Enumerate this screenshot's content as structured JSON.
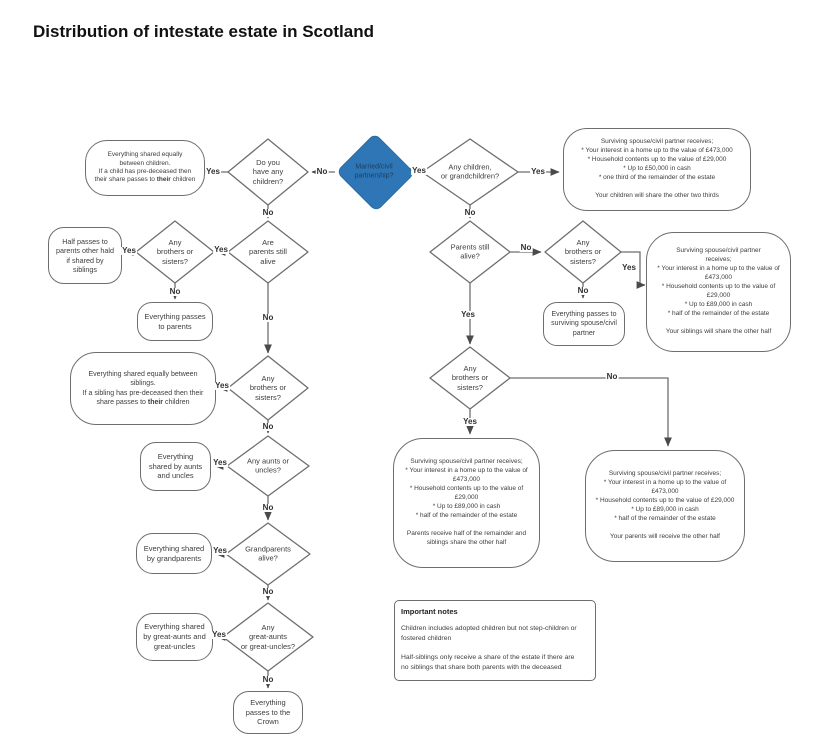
{
  "title": "Distribution of intestate estate in Scotland",
  "colors": {
    "decision_accent": "#2e76b6",
    "line_gray": "#6e6e6e"
  },
  "edge_labels": {
    "yes": "Yes",
    "no": "No"
  },
  "nodes": {
    "married": "Married/civil\npartnership?",
    "have_children": "Do you\nhave any\nchildren?",
    "children_grandchildren": "Any children,\nor grandchildren?",
    "children_share": {
      "pre": "Everything shared equally\nbetween children.\nIf a child has pre-deceased then\ntheir share passes to ",
      "bold": "their",
      "post": " children"
    },
    "spouse_children": "Surviving spouse/civil partner receives;\n* Your interest in a home up to the value of £473,000\n* Household contents up to the value of £29,000\n* Up to £50,000 in cash\n* one third of the remainder of the estate\n\nYour children will share the other two thirds",
    "parents_alive_left": "Are\nparents still\nalive",
    "siblings_left": "Any\nbrothers or\nsisters?",
    "half_parents": "Half passes to\nparents other hald\nif shared by\nsiblings",
    "all_parents": "Everything passes\nto parents",
    "parents_alive_right": "Parents still\nalive?",
    "siblings_right": "Any\nbrothers or\nsisters?",
    "all_spouse": "Everything passes to\nsurviving spouse/civil\npartner",
    "spouse_siblings": "Surviving spouse/civil partner\nreceives;\n* Your interest in a home up to the value of\n£473,000\n* Household contents up to the value of\n£29,000\n* Up to £89,000 in cash\n* half of the remainder of the estate\n\nYour siblings will share the other half",
    "siblings_mid": "Any\nbrothers or\nsisters?",
    "siblings_share": {
      "pre": "Everything shared equally between\nsiblings.\nIf a sibling has pre-deceased then their\nshare passes to ",
      "bold": "their",
      "post": " children"
    },
    "aunts_uncles": "Any aunts or\nuncles?",
    "share_aunts": "Everything\nshared by aunts\nand uncles",
    "siblings_lower": "Any\nbrothers or\nsisters?",
    "spouse_parents_siblings": "Surviving spouse/civil partner receives;\n* Your interest in a home up to the value of\n£473,000\n* Household contents up to the value of\n£29,000\n* Up to £89,000 in cash\n* half of the remainder of the estate\n\nParents receive half of the remainder and\nsiblings share the other half",
    "spouse_parents": "Surviving spouse/civil partner receives;\n* Your interest in a home up to the value of\n£473,000\n* Household contents up to the value of £29,000\n* Up to £89,000 in cash\n* half of the remainder of the estate\n\nYour parents will receive the other half",
    "grandparents": "Grandparents\nalive?",
    "share_grandparents": "Everything shared\nby grandparents",
    "great_aunts": "Any\ngreat-aunts\nor great-uncles?",
    "share_great_aunts": "Everything shared\nby great-aunts and\ngreat-uncles",
    "crown": "Everything\npasses to the\nCrown",
    "notes": {
      "header": "Important notes",
      "body": "Children includes adopted children but not step-children or\nfostered children\n\nHalf-siblings only receive a share of the estate if there are\nno siblings that share both parents with the deceased"
    }
  }
}
